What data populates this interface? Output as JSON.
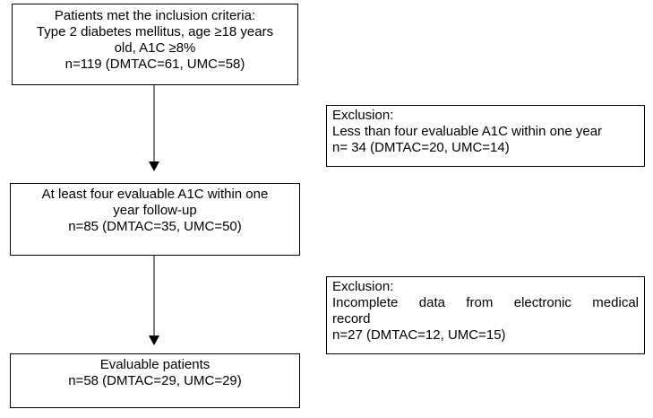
{
  "flowchart": {
    "inclusion_box": {
      "lines": [
        "Patients met the inclusion criteria:",
        "Type 2 diabetes mellitus, age ≥18 years",
        "old, A1C ≥8%",
        "n=119 (DMTAC=61, UMC=58)"
      ]
    },
    "exclusion_box_1": {
      "lines": [
        "Exclusion:",
        "Less than four evaluable A1C within one year",
        "n= 34 (DMTAC=20, UMC=14)"
      ]
    },
    "evaluable_a1c_box": {
      "lines": [
        "At least four evaluable A1C within one",
        "year follow-up",
        "n=85 (DMTAC=35, UMC=50)"
      ]
    },
    "exclusion_box_2": {
      "lines": [
        "Exclusion:",
        "Incomplete data from electronic medical",
        "record",
        "n=27 (DMTAC=12, UMC=15)"
      ]
    },
    "evaluable_patients_box": {
      "lines": [
        "Evaluable patients",
        "n=58 (DMTAC=29, UMC=29)"
      ]
    }
  }
}
